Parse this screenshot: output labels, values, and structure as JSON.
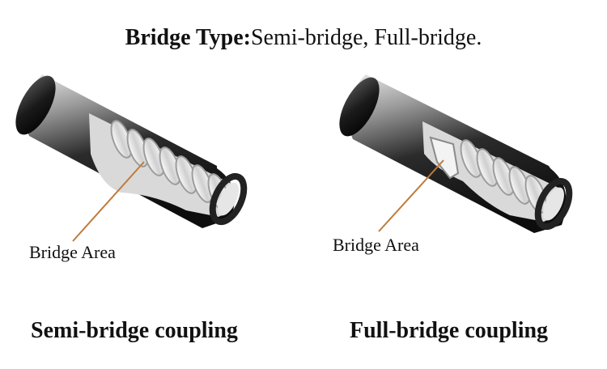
{
  "title": {
    "bold": "Bridge Type:",
    "rest": "Semi-bridge, Full-bridge."
  },
  "figures": [
    {
      "callout": "Bridge Area",
      "caption": "Semi-bridge coupling"
    },
    {
      "callout": "Bridge Area",
      "caption": "Full-bridge coupling"
    }
  ],
  "colors": {
    "leader_line": "#c07a3a",
    "tube_dark": "#1a1a1a",
    "tube_light": "#e8e8e8"
  }
}
